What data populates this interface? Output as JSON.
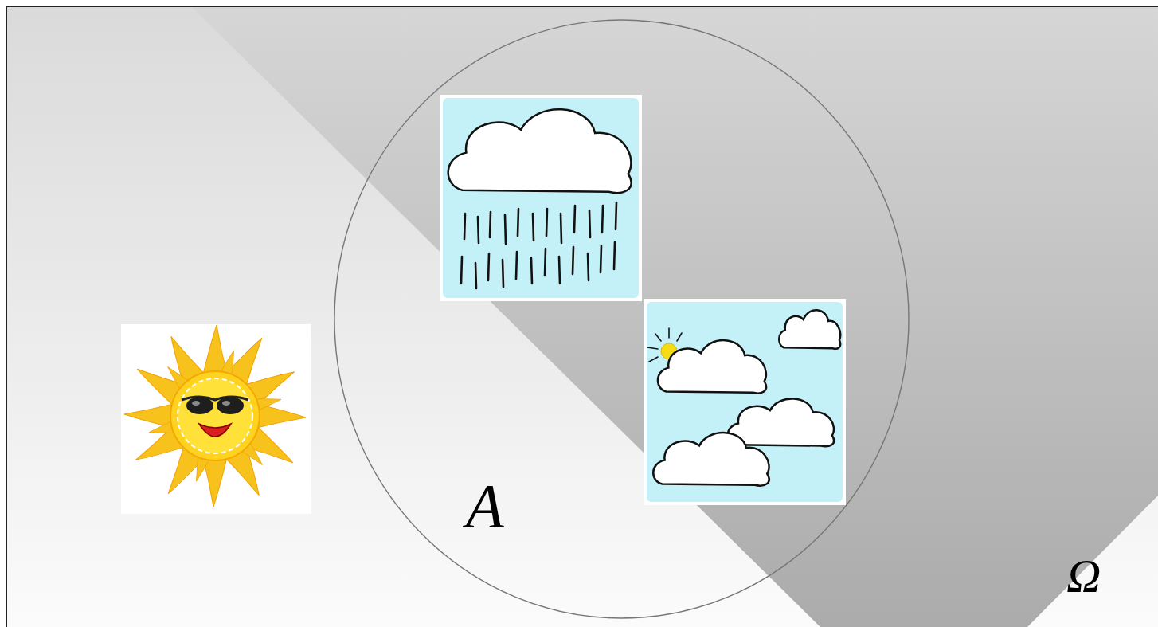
{
  "diagram": {
    "nodes": [
      {
        "text": [
          "Ω"
        ]
      },
      {
        "text": [
          "A"
        ],
        "in": 0
      }
    ]
  }
}
